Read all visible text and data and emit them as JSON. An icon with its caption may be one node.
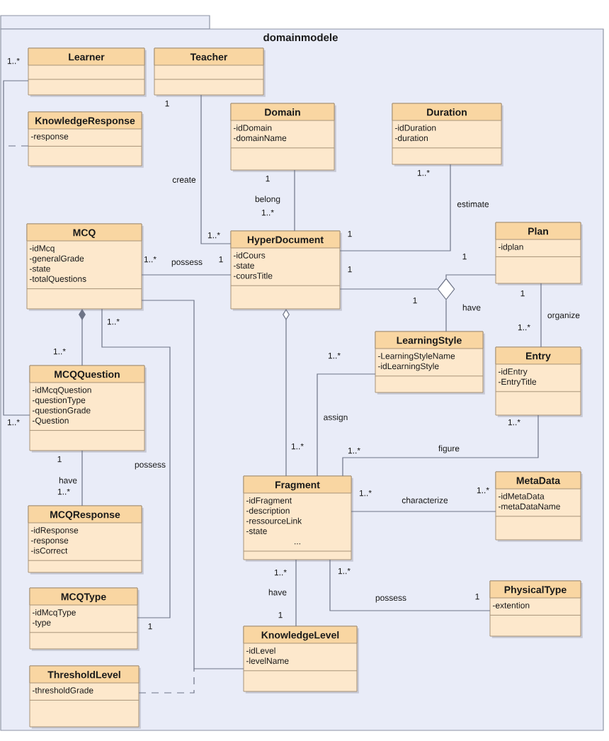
{
  "diagram": {
    "nodes": [
      {
        "text": [
          "domainmodele"
        ]
      },
      {
        "text": [
          "Learner"
        ],
        "in": 0
      },
      {
        "text": [
          "Teacher"
        ],
        "in": 0
      },
      {
        "text": [
          "KnowledgeResponse",
          "-response"
        ],
        "in": 0
      },
      {
        "text": [
          "Domain",
          "-idDomain",
          "-domainName"
        ],
        "in": 0
      },
      {
        "text": [
          "Duration",
          "-idDuration",
          "-duration"
        ],
        "in": 0
      },
      {
        "text": [
          "MCQ",
          "-idMcq",
          "-generalGrade",
          "-state",
          "-totalQuestions"
        ],
        "in": 0
      },
      {
        "text": [
          "HyperDocument",
          "-idCours",
          "-state",
          "-coursTitle"
        ],
        "in": 0
      },
      {
        "text": [
          "Plan",
          "-idplan"
        ],
        "in": 0
      },
      {
        "text": [],
        "shape": "diamond",
        "beside": [
          "have"
        ],
        "in": 0
      },
      {
        "text": [
          "MCQQuestion",
          "-idMcqQuestion",
          "-questionType",
          "-questionGrade",
          "-Question"
        ],
        "in": 0
      },
      {
        "text": [
          "LearningStyle",
          "-LearningStyleName",
          "-idLearningStyle"
        ],
        "in": 0
      },
      {
        "text": [
          "Entry",
          "-idEntry",
          "-EntryTitle"
        ],
        "in": 0
      },
      {
        "text": [
          "Fragment",
          "-idFragment",
          "-description",
          "-ressourceLink",
          "-state",
          "..."
        ],
        "in": 0
      },
      {
        "text": [
          "MetaData",
          "-idMetaData",
          "-metaDataName"
        ],
        "in": 0
      },
      {
        "text": [
          "MCQResponse",
          "-idResponse",
          "-response",
          "-isCorrect"
        ],
        "in": 0
      },
      {
        "text": [
          "PhysicalType",
          "-extention"
        ],
        "in": 0
      },
      {
        "text": [
          "MCQType",
          "-idMcqType",
          "-type"
        ],
        "in": 0
      },
      {
        "text": [
          "KnowledgeLevel",
          "-idLevel",
          "-levelName"
        ],
        "in": 0
      },
      {
        "text": [
          "ThresholdLevel",
          "-thresholdGrade"
        ],
        "in": 0
      }
    ],
    "edges": [
      {
        "from": 2,
        "to": 7,
        "arrow": "none",
        "label": "create"
      },
      {
        "from": 4,
        "to": 7,
        "arrow": "none",
        "label": "belong"
      },
      {
        "from": 5,
        "to": 7,
        "arrow": "none",
        "label": "estimate"
      },
      {
        "from": 6,
        "to": 7,
        "arrow": "none",
        "label": "possess"
      },
      {
        "from": 1,
        "to": 10,
        "arrow": "none"
      },
      {
        "from": 6,
        "to": 10,
        "arrow": "other"
      },
      {
        "from": 6,
        "to": 17,
        "arrow": "none",
        "label": "possess"
      },
      {
        "from": 6,
        "to": 18,
        "arrow": "none"
      },
      {
        "from": 7,
        "to": 9,
        "arrow": "none"
      },
      {
        "from": 9,
        "to": 8,
        "arrow": "none"
      },
      {
        "from": 9,
        "to": 11,
        "arrow": "none"
      },
      {
        "from": 8,
        "to": 12,
        "arrow": "none",
        "label": "organize"
      },
      {
        "from": 7,
        "to": 13,
        "arrow": "other"
      },
      {
        "from": 11,
        "to": 13,
        "arrow": "none",
        "label": "assign"
      },
      {
        "from": 12,
        "to": 13,
        "arrow": "none",
        "label": "figure"
      },
      {
        "from": 10,
        "to": 15,
        "arrow": "none",
        "label": "have"
      },
      {
        "from": 13,
        "to": 14,
        "arrow": "none",
        "label": "characterize"
      },
      {
        "from": 13,
        "to": 16,
        "arrow": "none",
        "label": "possess"
      },
      {
        "from": 13,
        "to": 18,
        "arrow": "none",
        "label": "have"
      },
      {
        "from": 3,
        "to": null,
        "arrow": "none",
        "style": "dashed"
      },
      {
        "from": 19,
        "to": null,
        "arrow": "none",
        "style": "dashed"
      }
    ],
    "labels": [
      "1..*",
      "1",
      "1..*",
      "1",
      "1..*",
      "1..*",
      "1",
      "1",
      "1..*",
      "1",
      "1",
      "1",
      "1",
      "1..*",
      "1..*",
      "1..*",
      "1..*",
      "1..*",
      "1..*",
      "1..*",
      "1..*",
      "1",
      "1..*",
      "1..*",
      "1..*",
      "1..*",
      "1..*",
      "1",
      "1",
      "1"
    ]
  }
}
